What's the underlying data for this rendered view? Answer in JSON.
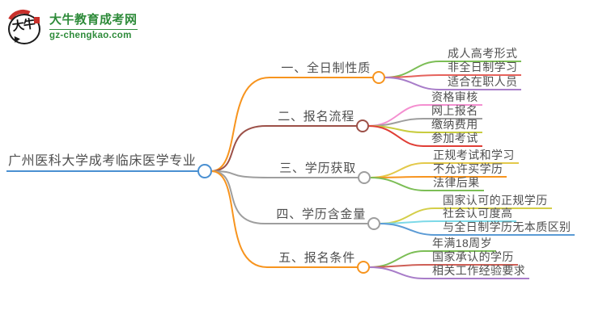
{
  "logo": {
    "icon_text": "大牛",
    "title": "大牛教育成考网",
    "url": "gz-chengkao.com",
    "brand_green": "#2e8b3a",
    "icon_red": "#c9302b",
    "icon_black": "#1b1b1b"
  },
  "mindmap": {
    "text_color": "#4f4f4f",
    "background": "#ffffff",
    "root": {
      "label": "广州医科大学成考临床医学专业",
      "color": "#4a90d2"
    },
    "branches": [
      {
        "label": "一、全日制性质",
        "color": "#f7941e",
        "children": [
          {
            "label": "成人高考形式",
            "color": "#7cbe56"
          },
          {
            "label": "非全日制学习",
            "color": "#e5625c"
          },
          {
            "label": "适合在职人员",
            "color": "#a87dc9"
          }
        ]
      },
      {
        "label": "二、报名流程",
        "color": "#9c5048",
        "children": [
          {
            "label": "资格审核",
            "color": "#f48fd0"
          },
          {
            "label": "网上报名",
            "color": "#9e9e9e"
          },
          {
            "label": "缴纳费用",
            "color": "#c8cc3f"
          },
          {
            "label": "参加考试",
            "color": "#e03e36"
          }
        ]
      },
      {
        "label": "三、学历获取",
        "color": "#9e9e9e",
        "children": [
          {
            "label": "正规考试和学习",
            "color": "#e3c94a"
          },
          {
            "label": "不允许买学历",
            "color": "#f7941e"
          },
          {
            "label": "法律后果",
            "color": "#7cbe56"
          }
        ]
      },
      {
        "label": "四、学历含金量",
        "color": "#9e9e9e",
        "children": [
          {
            "label": "国家认可的正规学历",
            "color": "#d4ce49"
          },
          {
            "label": "社会认可度高",
            "color": "#7dd9e8"
          },
          {
            "label": "与全日制学历无本质区别",
            "color": "#5b9bd5"
          }
        ]
      },
      {
        "label": "五、报名条件",
        "color": "#f7941e",
        "children": [
          {
            "label": "年满18周岁",
            "color": "#7cbe56"
          },
          {
            "label": "国家承认的学历",
            "color": "#ce5f56"
          },
          {
            "label": "相关工作经验要求",
            "color": "#a87dc9"
          }
        ]
      }
    ]
  }
}
